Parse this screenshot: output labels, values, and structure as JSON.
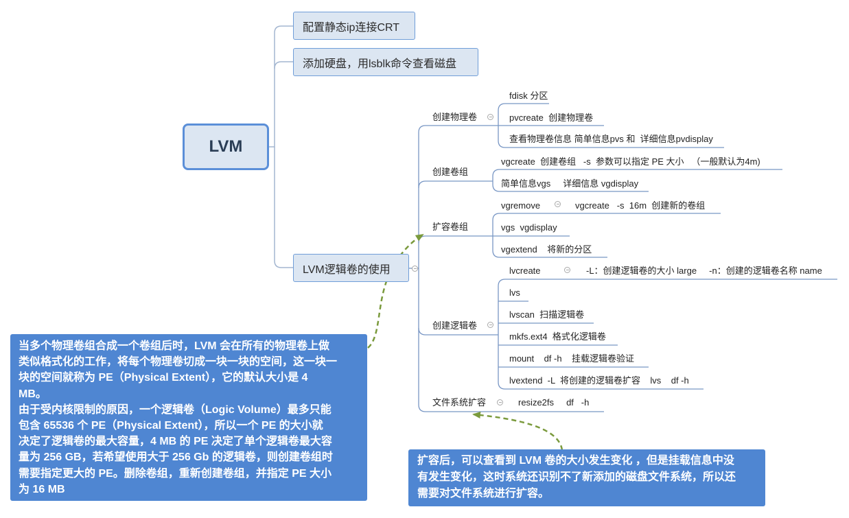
{
  "colors": {
    "topic_fill": "#dce6f2",
    "topic_border": "#6f9dd8",
    "root_border": "#5b8fd8",
    "branch_line": "#a3b6d0",
    "sub_line": "#7896c4",
    "callout_fill": "#4f86d2",
    "callout_text": "#ffffff",
    "relationship": "#7a9a3c",
    "collapse_icon": "#a8a8a8"
  },
  "icons": {
    "collapse": "collapse-minus-icon"
  },
  "root": {
    "label": "LVM"
  },
  "main_topics": [
    {
      "label": "配置静态ip连接CRT"
    },
    {
      "label": "添加硬盘，用lsblk命令查看磁盘"
    },
    {
      "label": "LVM逻辑卷的使用"
    }
  ],
  "lvm_branches": [
    {
      "label": "创建物理卷",
      "items": [
        {
          "text": "fdisk 分区"
        },
        {
          "text": "pvcreate  创建物理卷"
        },
        {
          "text": "查看物理卷信息 简单信息pvs 和  详细信息pvdisplay"
        }
      ]
    },
    {
      "label": "创建卷组",
      "items": [
        {
          "text": "vgcreate  创建卷组   -s  参数可以指定 PE 大小   （一般默认为4m)"
        },
        {
          "text": "简单信息vgs     详细信息 vgdisplay"
        }
      ]
    },
    {
      "label": "扩容卷组",
      "items": [
        {
          "text": "vgremove",
          "child": "vgcreate   -s  16m  创建新的卷组"
        },
        {
          "text": "vgs  vgdisplay"
        },
        {
          "text": "vgextend    将新的分区"
        }
      ]
    },
    {
      "label": "创建逻辑卷",
      "items": [
        {
          "text": "lvcreate",
          "child": "-L：创建逻辑卷的大小 large     -n：创建的逻辑卷名称 name"
        },
        {
          "text": "lvs"
        },
        {
          "text": "lvscan  扫描逻辑卷"
        },
        {
          "text": "mkfs.ext4  格式化逻辑卷"
        },
        {
          "text": "mount    df -h    挂载逻辑卷验证"
        },
        {
          "text": "lvextend  -L  将创建的逻辑卷扩容    lvs    df -h"
        }
      ]
    },
    {
      "label": "文件系统扩容",
      "items": [
        {
          "text": "resize2fs     df   -h"
        }
      ]
    }
  ],
  "callouts": [
    {
      "lines": [
        "当多个物理卷组合成一个卷组后时，LVM 会在所有的物理卷上做",
        "类似格式化的工作，将每个物理卷切成一块一块的空间，这一块一",
        "块的空间就称为 PE（Physical Extent），它的默认大小是 4",
        "MB。",
        "由于受内核限制的原因，一个逻辑卷（Logic Volume）最多只能",
        "包含 65536 个 PE（Physical Extent），所以一个 PE 的大小就",
        "决定了逻辑卷的最大容量，4 MB 的 PE 决定了单个逻辑卷最大容",
        "量为 256 GB，若希望使用大于 256 Gb 的逻辑卷，则创建卷组时",
        "需要指定更大的 PE。删除卷组，重新创建卷组，并指定 PE 大小",
        "为 16 MB"
      ]
    },
    {
      "lines": [
        "扩容后，可以查看到 LVM 卷的大小发生变化 ，但是挂载信息中没",
        "有发生变化，这时系统还识别不了新添加的磁盘文件系统，所以还",
        "需要对文件系统进行扩容。"
      ]
    }
  ]
}
